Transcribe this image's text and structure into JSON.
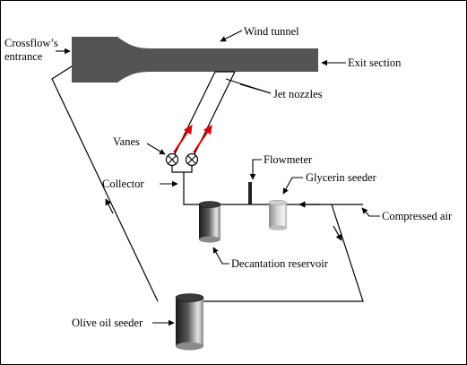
{
  "diagram": {
    "labels": {
      "crossflow_line1": "Crossflow’s",
      "crossflow_line2": "entrance",
      "wind_tunnel": "Wind tunnel",
      "exit_section": "Exit section",
      "jet_nozzles": "Jet nozzles",
      "vanes": "Vanes",
      "flowmeter": "Flowmeter",
      "glycerin_seeder": "Glycerin seeder",
      "collector": "Collector",
      "compressed_air": "Compressed air",
      "decantation_reservoir": "Decantation reservoir",
      "olive_oil_seeder": "Olive oil seeder"
    },
    "colors": {
      "tunnel": "#545454",
      "line": "#000000",
      "jet_arrow": "#e00000",
      "border": "#000000"
    }
  }
}
